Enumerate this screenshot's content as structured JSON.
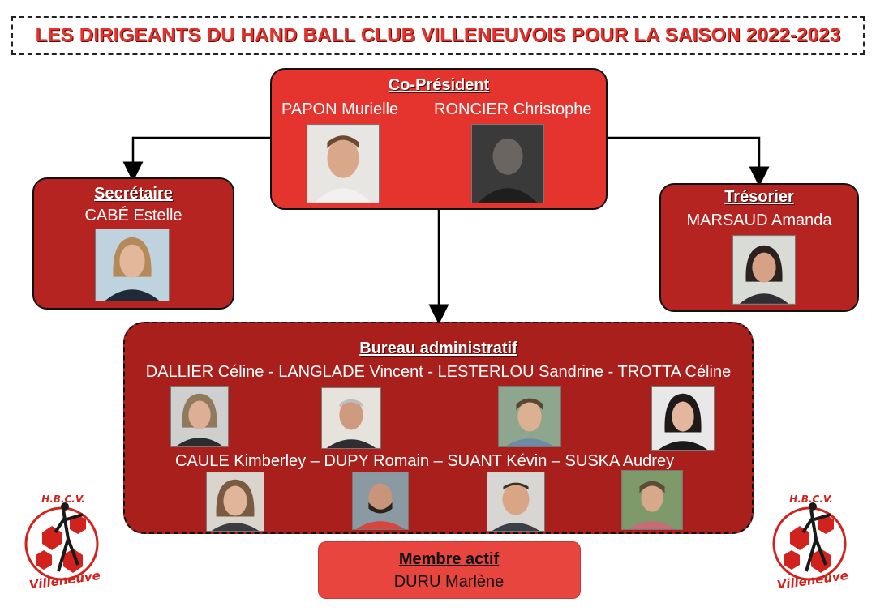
{
  "title": "LES DIRIGEANTS DU HAND BALL CLUB VILLENEUVOIS POUR LA SAISON 2022-2023",
  "copresident": {
    "heading": "Co-Président",
    "name1": "PAPON Murielle",
    "name2": "RONCIER Christophe"
  },
  "secretaire": {
    "heading": "Secrétaire",
    "name": "CABÉ Estelle"
  },
  "tresorier": {
    "heading": "Trésorier",
    "name": "MARSAUD Amanda"
  },
  "bureau": {
    "heading": "Bureau administratif",
    "row1": "DALLIER Céline - LANGLADE Vincent - LESTERLOU Sandrine - TROTTA Céline",
    "row2": "CAULE Kimberley – DUPY Romain – SUANT Kévin  – SUSKA Audrey"
  },
  "membre": {
    "heading": "Membre actif",
    "name": "DURU Marlène"
  },
  "logo": {
    "top": "H.B.C.V.",
    "bottom": "Villeneuve"
  },
  "colors": {
    "title": "#e5322b",
    "box_red": "#e4342d",
    "box_dark": "#b52420",
    "bureau": "#a91f1c"
  }
}
